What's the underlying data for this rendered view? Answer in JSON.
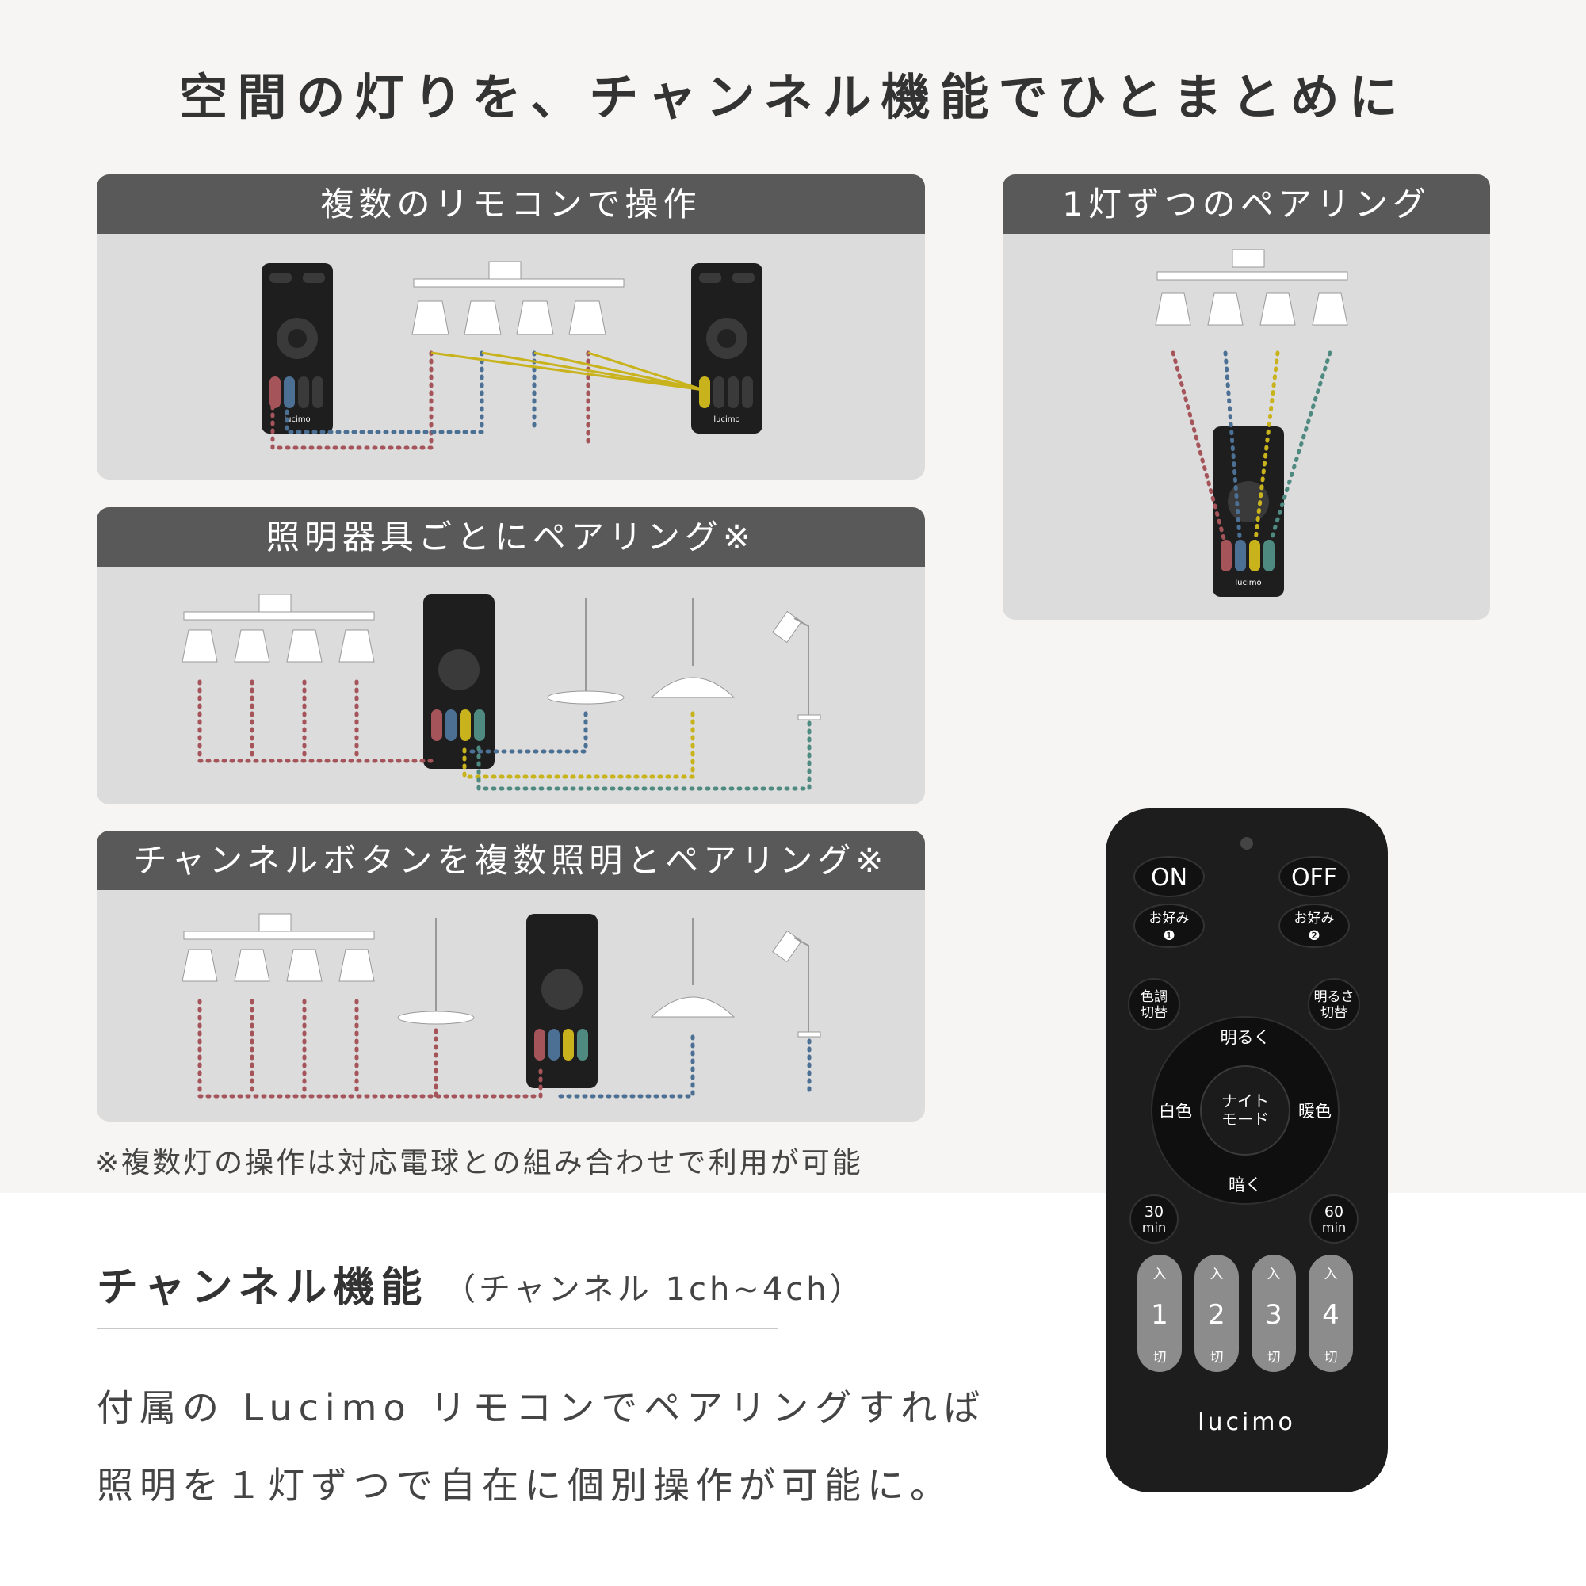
{
  "title": "空間の灯りを、チャンネル機能でひとまとめに",
  "panels": {
    "multi_remote": {
      "header": "複数のリモコンで操作"
    },
    "single_pairing": {
      "header": "1灯ずつのペアリング"
    },
    "per_fixture": {
      "header": "照明器具ごとにペアリング※"
    },
    "channel_multi": {
      "header": "チャンネルボタンを複数照明とペアリング※"
    }
  },
  "note": "※複数灯の操作は対応電球との組み合わせで利用が可能",
  "feature": {
    "title": "チャンネル機能",
    "subtitle": "（チャンネル 1ch~4ch）",
    "line1": "付属の Lucimo リモコンでペアリングすれば",
    "line2": "照明を１灯ずつで自在に個別操作が可能に。"
  },
  "remote": {
    "on": "ON",
    "off": "OFF",
    "fav1": "お好み",
    "fav1_num": "❶",
    "fav2": "お好み",
    "fav2_num": "❷",
    "color_switch_1": "色調",
    "color_switch_2": "切替",
    "bright_switch_1": "明るさ",
    "bright_switch_2": "切替",
    "brighter": "明るく",
    "darker": "暗く",
    "white": "白色",
    "warm": "暖色",
    "night_1": "ナイト",
    "night_2": "モード",
    "timer30_num": "30",
    "timer30_unit": "min",
    "timer60_num": "60",
    "timer60_unit": "min",
    "channels": [
      {
        "on": "入",
        "num": "1",
        "off": "切"
      },
      {
        "on": "入",
        "num": "2",
        "off": "切"
      },
      {
        "on": "入",
        "num": "3",
        "off": "切"
      },
      {
        "on": "入",
        "num": "4",
        "off": "切"
      }
    ],
    "brand": "lucimo"
  },
  "colors": {
    "ch1": "#a5545a",
    "ch2": "#4c6f94",
    "ch3": "#c9b31c",
    "ch4": "#4f8a80",
    "panel": "#dcdcdc",
    "header": "#595959"
  }
}
